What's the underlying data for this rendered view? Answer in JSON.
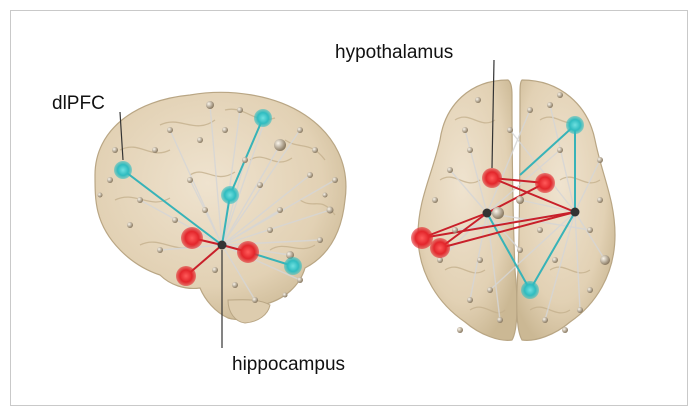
{
  "labels": {
    "dlpfc": "dlPFC",
    "hypothalamus": "hypothalamus",
    "hippocampus": "hippocampus"
  },
  "colors": {
    "brain": "#e6d7bf",
    "brain_shade": "#cdbb9d",
    "red_node": "#e3262b",
    "cyan_node": "#2fbcc0",
    "red_edge": "#c8202a",
    "cyan_edge": "#37b3b8",
    "gray_edge": "#d8d8d8",
    "hub_node": "#333333",
    "frame_border": "#c9c9c9"
  }
}
